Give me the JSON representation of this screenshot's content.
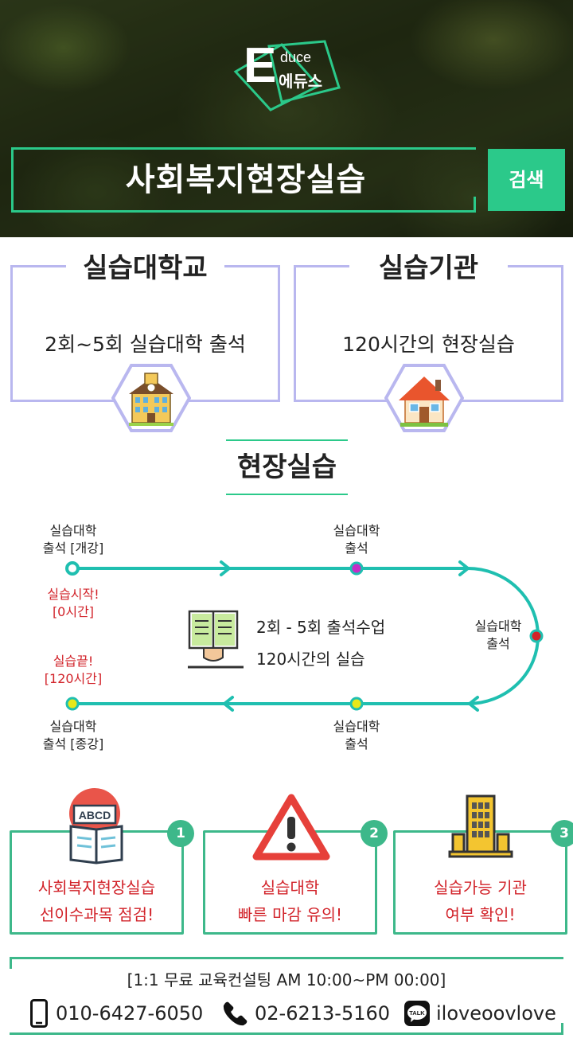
{
  "header": {
    "logo_letter": "E",
    "logo_sub": "duce",
    "logo_kor": "에듀스",
    "title": "사회복지현장실습",
    "search_label": "검색"
  },
  "cards": [
    {
      "title": "실습대학교",
      "desc": "2회~5회 실습대학 출석",
      "icon": "school-building-icon"
    },
    {
      "title": "실습기관",
      "desc": "120시간의 현장실습",
      "icon": "house-icon"
    }
  ],
  "section_title": "현장실습",
  "timeline": {
    "start_label_1": "실습대학",
    "start_label_2": "출석 [개강]",
    "top_mid_label_1": "실습대학",
    "top_mid_label_2": "출석",
    "right_label_1": "실습대학",
    "right_label_2": "출석",
    "bottom_mid_label_1": "실습대학",
    "bottom_mid_label_2": "출석",
    "end_label_1": "실습대학",
    "end_label_2": "출석 [종강]",
    "start_note_1": "실습시작!",
    "start_note_2": "[0시간]",
    "end_note_1": "실습끝!",
    "end_note_2": "[120시간]",
    "center_line_1": "2회 - 5회 출석수업",
    "center_line_2": "120시간의 실습",
    "colors": {
      "line": "#1fbfb0",
      "start": "#1fbfb0",
      "mid_top": "#c62cc6",
      "right": "#d2232a",
      "end": "#e8e81a"
    }
  },
  "steps": [
    {
      "num": "1",
      "line1": "사회복지현장실습",
      "line2": "선이수과목 점검!",
      "icon_text": "ABCD",
      "icon": "abcd-book-icon"
    },
    {
      "num": "2",
      "line1": "실습대학",
      "line2": "빠른 마감 유의!",
      "icon": "warning-icon"
    },
    {
      "num": "3",
      "line1": "실습가능 기관",
      "line2": "여부 확인!",
      "icon": "office-building-icon"
    }
  ],
  "contact": {
    "consult": "[1:1 무료 교육컨설팅 AM 10:00~PM 00:00]",
    "mobile": "010-6427-6050",
    "phone": "02-6213-5160",
    "talk_badge": "TALK",
    "kakao": "iloveoovlove"
  },
  "accent": "#2bc98a"
}
